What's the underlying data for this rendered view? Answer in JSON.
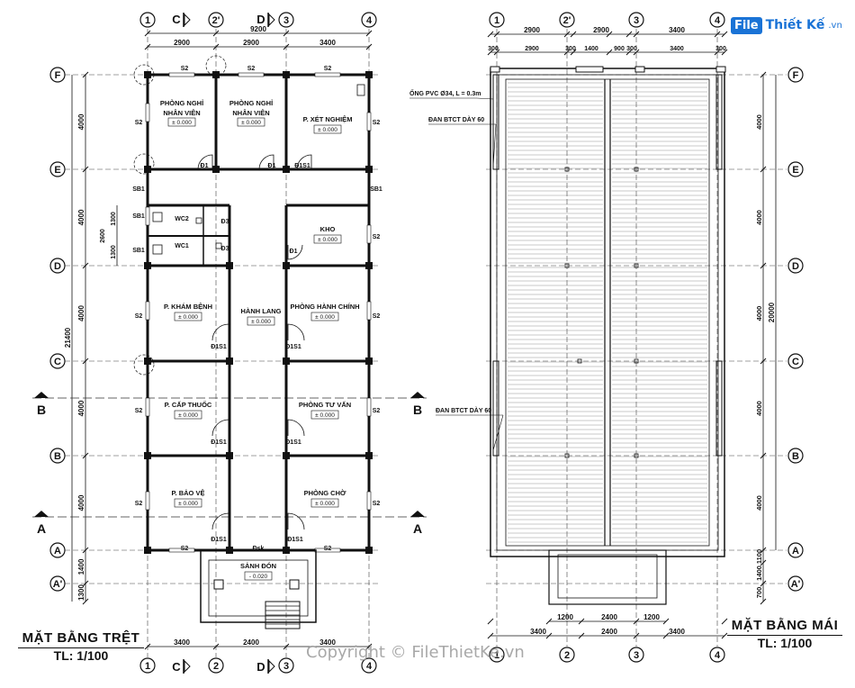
{
  "logo": {
    "box": "File",
    "text": "Thiết Kế",
    "domain": ".vn"
  },
  "watermark": "Copyright © FileThietKe.vn",
  "left_plan": {
    "title": "MẶT BẰNG TRỆT",
    "scale": "TL: 1/100",
    "top_axes": [
      "1",
      "C",
      "2'",
      "D",
      "3",
      "4"
    ],
    "bottom_axes": [
      "1",
      "C",
      "2",
      "D",
      "3",
      "4"
    ],
    "left_axes": [
      "F",
      "E",
      "D",
      "C",
      "B",
      "A",
      "A'"
    ],
    "top_dims_total": "9200",
    "top_dims": [
      "2900",
      "2900",
      "3400"
    ],
    "bottom_dims_total": [
      "3400",
      "2400",
      "3400"
    ],
    "left_dims": [
      "4000",
      "4000",
      "4000",
      "4000",
      "4000",
      "1400",
      "1300"
    ],
    "left_dims_total": "21400",
    "wc_dims": [
      "1300",
      "2600",
      "1300"
    ],
    "section_marks": [
      "B",
      "B",
      "A",
      "A"
    ],
    "rooms": [
      {
        "name": "PHÒNG NGHỈ",
        "sub": "NHÂN VIÊN",
        "level": "± 0.000"
      },
      {
        "name": "PHÒNG NGHỈ",
        "sub": "NHÂN VIÊN",
        "level": "± 0.000"
      },
      {
        "name": "P. XÉT NGHIỆM",
        "level": "± 0.000"
      },
      {
        "name": "KHO",
        "level": "± 0.000"
      },
      {
        "name": "HÀNH LANG",
        "level": "± 0.000"
      },
      {
        "name": "P. KHÁM BỆNH",
        "level": "± 0.000"
      },
      {
        "name": "PHÒNG HÀNH CHÍNH",
        "level": "± 0.000"
      },
      {
        "name": "P. CẤP THUỐC",
        "level": "± 0.000"
      },
      {
        "name": "PHÒNG TƯ VẤN",
        "level": "± 0.000"
      },
      {
        "name": "P. BẢO VỆ",
        "level": "± 0.000"
      },
      {
        "name": "PHÒNG CHỜ",
        "level": "± 0.000"
      },
      {
        "name": "SẢNH ĐÓN",
        "level": "- 0.020"
      }
    ],
    "tags": {
      "s2": "S2",
      "sb1": "SB1",
      "d1": "Đ1",
      "d1s1": "Đ1S1",
      "d3": "Đ3",
      "wc1": "WC1",
      "wc2": "WC2",
      "dsk": "Đsk"
    }
  },
  "right_plan": {
    "title": "MẶT BẰNG MÁI",
    "scale": "TL: 1/100",
    "top_axes": [
      "1",
      "2'",
      "3",
      "4"
    ],
    "bottom_axes": [
      "1",
      "2",
      "3",
      "4"
    ],
    "right_axes": [
      "F",
      "E",
      "D",
      "C",
      "B",
      "A",
      "A'"
    ],
    "top_dims_1": [
      "2900",
      "2900",
      "3400"
    ],
    "top_dims_2": [
      "300",
      "2900",
      "300",
      "1400",
      "900",
      "300",
      "3400",
      "300"
    ],
    "bottom_dims_1": [
      "1200",
      "2400",
      "1200"
    ],
    "bottom_dims_2": [
      "3400",
      "2400",
      "3400"
    ],
    "right_dims": [
      "4000",
      "4000",
      "4000",
      "4000",
      "4000",
      "1100",
      "1400",
      "700"
    ],
    "right_dims_total": "20000",
    "notes": [
      "ỐNG PVC Ø34, L = 0.3m",
      "ĐAN BTCT DÀY 60",
      "ĐAN BTCT DÀY 60"
    ]
  }
}
